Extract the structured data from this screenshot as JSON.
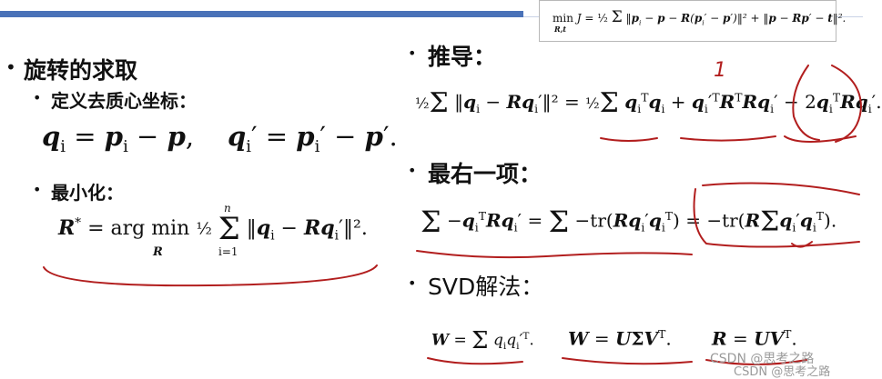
{
  "top_formula": "min J = 1/2 Σ ‖pᵢ − p − R(pᵢ′ − p′)‖² + ‖p − Rp′ − t‖².",
  "top_formula_sub": "R,t",
  "left": {
    "heading": "旋转的求取",
    "sub1_label": "定义去质心坐标：",
    "sub1_formula": "qᵢ = pᵢ − p,    qᵢ′ = pᵢ′ − p′.",
    "sub2_label": "最小化：",
    "sub2_formula": "R* = arg min 1/2 Σ ‖qᵢ − Rqᵢ′‖².",
    "sub2_sub": "R"
  },
  "right": {
    "h_derive": "推导：",
    "derive_formula": "1/2 Σ ‖qᵢ − Rqᵢ′‖² = 1/2 Σ qᵢᵀqᵢ + qᵢ′ᵀRᵀRqᵢ′ − 2qᵢᵀRqᵢ′.",
    "h_last": "最右一项：",
    "last_formula": "Σ −qᵢᵀRqᵢ′ = Σ −tr(Rqᵢ′qᵢᵀ) = −tr(R Σ qᵢ′qᵢᵀ).",
    "h_svd": "SVD解法：",
    "svd_formula_1": "W = Σ qᵢqᵢ′ᵀ.",
    "svd_formula_2": "W = UΣVᵀ.",
    "svd_formula_3": "R = UVᵀ."
  },
  "annotation_number": "1",
  "watermark": "CSDN @思考之路",
  "colors": {
    "title_bar": "#4a72b8",
    "ink": "#b21e1e"
  }
}
